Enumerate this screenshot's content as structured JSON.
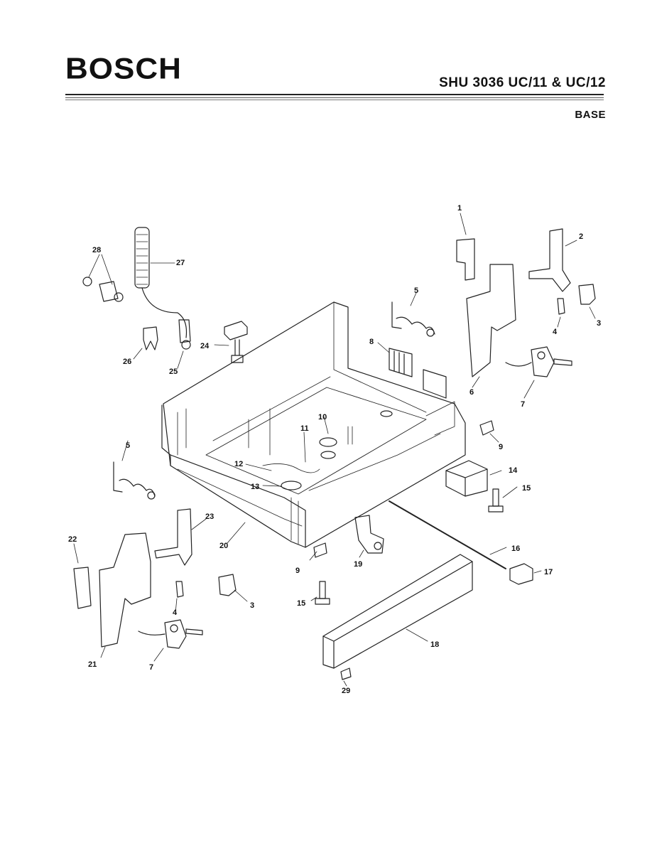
{
  "header": {
    "brand": "BOSCH",
    "model": "SHU 3036 UC/11 & UC/12",
    "section": "BASE"
  },
  "parts": [
    {
      "id": "p1",
      "label": "1"
    },
    {
      "id": "p2",
      "label": "2"
    },
    {
      "id": "p3a",
      "label": "3"
    },
    {
      "id": "p3b",
      "label": "3"
    },
    {
      "id": "p4a",
      "label": "4"
    },
    {
      "id": "p4b",
      "label": "4"
    },
    {
      "id": "p5a",
      "label": "5"
    },
    {
      "id": "p5b",
      "label": "5"
    },
    {
      "id": "p6",
      "label": "6"
    },
    {
      "id": "p7a",
      "label": "7"
    },
    {
      "id": "p7b",
      "label": "7"
    },
    {
      "id": "p8",
      "label": "8"
    },
    {
      "id": "p9a",
      "label": "9"
    },
    {
      "id": "p9b",
      "label": "9"
    },
    {
      "id": "p10",
      "label": "10"
    },
    {
      "id": "p11",
      "label": "11"
    },
    {
      "id": "p12",
      "label": "12"
    },
    {
      "id": "p13",
      "label": "13"
    },
    {
      "id": "p14",
      "label": "14"
    },
    {
      "id": "p15a",
      "label": "15"
    },
    {
      "id": "p15b",
      "label": "15"
    },
    {
      "id": "p16",
      "label": "16"
    },
    {
      "id": "p17",
      "label": "17"
    },
    {
      "id": "p18",
      "label": "18"
    },
    {
      "id": "p19",
      "label": "19"
    },
    {
      "id": "p20",
      "label": "20"
    },
    {
      "id": "p21",
      "label": "21"
    },
    {
      "id": "p22",
      "label": "22"
    },
    {
      "id": "p23",
      "label": "23"
    },
    {
      "id": "p24",
      "label": "24"
    },
    {
      "id": "p25",
      "label": "25"
    },
    {
      "id": "p26",
      "label": "26"
    },
    {
      "id": "p27",
      "label": "27"
    },
    {
      "id": "p28",
      "label": "28"
    },
    {
      "id": "p29",
      "label": "29"
    }
  ]
}
